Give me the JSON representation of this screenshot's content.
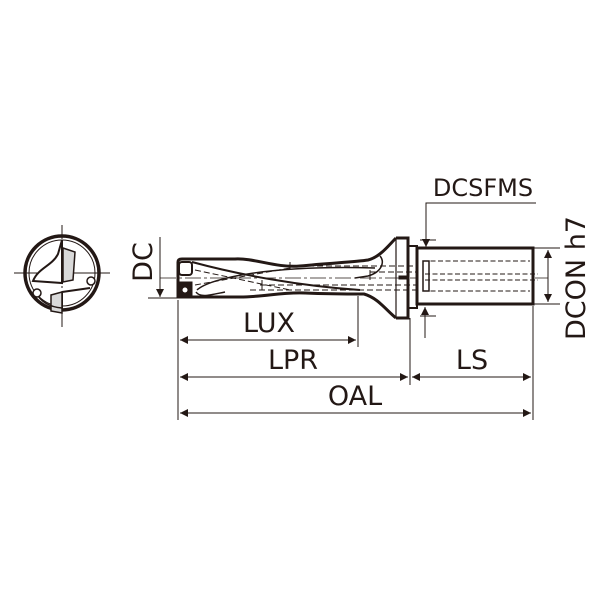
{
  "drawing": {
    "type": "Indexable insert drill technical drawing",
    "views": [
      "end-view",
      "side-view"
    ],
    "line_color": "#231815",
    "background": "#ffffff"
  },
  "dimensions": {
    "dc": "DC",
    "dcsfms": "DCSFMS",
    "dcon": "DCON h7",
    "lux": "LUX",
    "lpr": "LPR",
    "ls": "LS",
    "oal": "OAL"
  }
}
